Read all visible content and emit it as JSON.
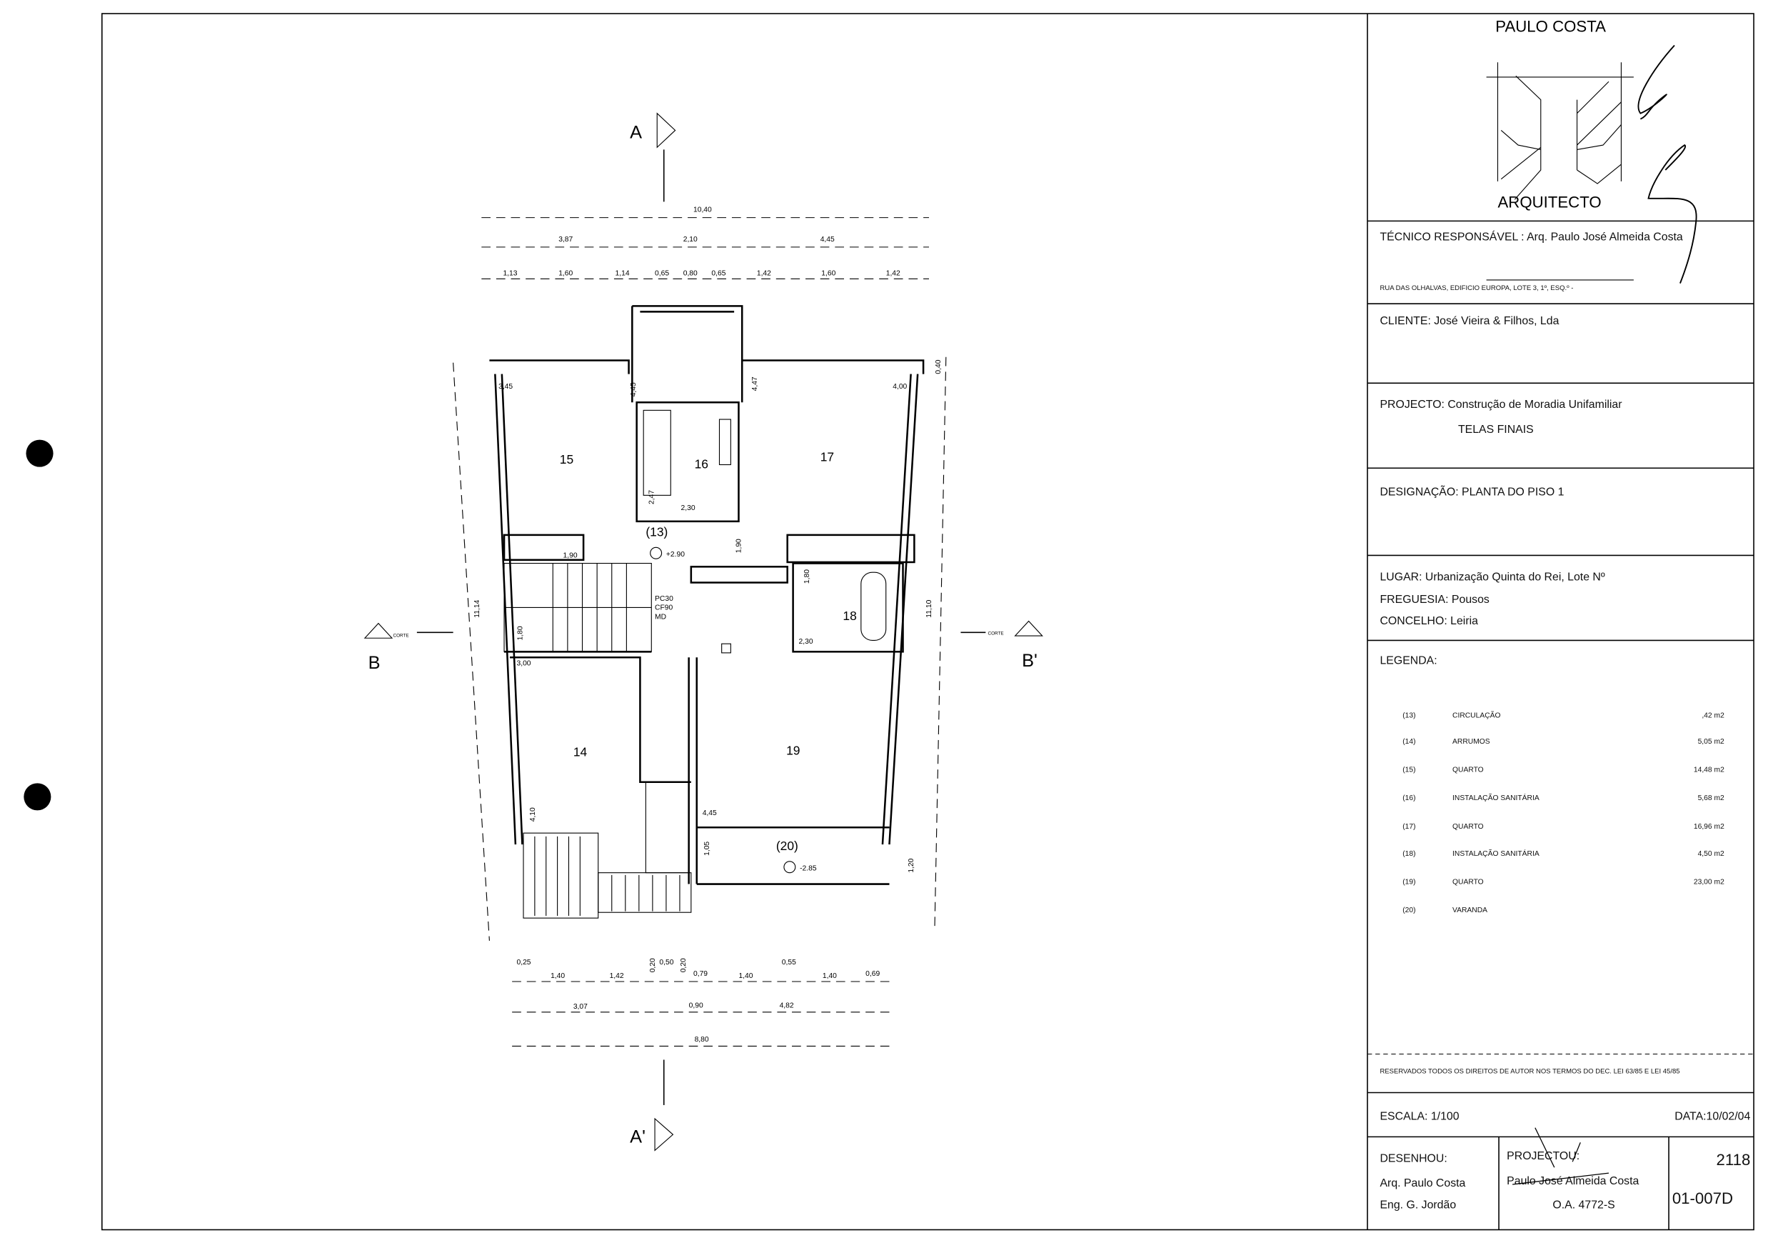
{
  "title_block": {
    "logo": {
      "name": "PAULO COSTA",
      "title": "ARQUITECTO"
    },
    "tecnico": "TÉCNICO RESPONSÁVEL : Arq. Paulo José Almeida Costa",
    "address": "RUA DAS OLHALVAS, EDIFICIO EUROPA, LOTE 3, 1º, ESQ.º -",
    "cliente": "CLIENTE: José Vieira & Filhos, Lda",
    "projecto": "PROJECTO: Construção de Moradia Unifamiliar",
    "projecto_sub": "TELAS FINAIS",
    "designacao": "DESIGNAÇÃO: PLANTA DO PISO 1",
    "lugar": "LUGAR: Urbanização Quinta do Rei, Lote Nº",
    "freguesia": "FREGUESIA: Pousos",
    "concelho": "CONCELHO: Leiria",
    "legenda_title": "LEGENDA:",
    "legenda": [
      {
        "num": "(13)",
        "label": "CIRCULAÇÃO",
        "area": ",42 m2"
      },
      {
        "num": "(14)",
        "label": "ARRUMOS",
        "area": "5,05 m2"
      },
      {
        "num": "(15)",
        "label": "QUARTO",
        "area": "14,48 m2"
      },
      {
        "num": "(16)",
        "label": "INSTALAÇÃO SANITÁRIA",
        "area": "5,68 m2"
      },
      {
        "num": "(17)",
        "label": "QUARTO",
        "area": "16,96 m2"
      },
      {
        "num": "(18)",
        "label": "INSTALAÇÃO SANITÁRIA",
        "area": "4,50 m2"
      },
      {
        "num": "(19)",
        "label": "QUARTO",
        "area": "23,00 m2"
      },
      {
        "num": "(20)",
        "label": "VARANDA",
        "area": ""
      }
    ],
    "reservados": "RESERVADOS TODOS OS DIREITOS DE AUTOR NOS TERMOS DO DEC. LEI 63/85 E LEI 45/85",
    "escala": "ESCALA: 1/100",
    "data": "DATA:10/02/04",
    "desenhou_label": "DESENHOU:",
    "desenhou_1": "Arq. Paulo Costa",
    "desenhou_2": "Eng. G. Jordão",
    "projectou_label": "PROJECTOU:",
    "projectou_1": "Paulo José Almeida Costa",
    "projectou_2": "O.A. 4772-S",
    "job_number": "2118",
    "drawing_number": "01-007D"
  },
  "plan": {
    "rooms": {
      "r13": "(13)",
      "r14": "14",
      "r15": "15",
      "r16": "16",
      "r17": "17",
      "r18": "18",
      "r19": "19",
      "r20": "(20)"
    },
    "levels": {
      "upper": "+2.90",
      "balcony": "-2.85"
    },
    "door_note": [
      "PC30",
      "CF90",
      "MD"
    ],
    "sections": {
      "a": "A",
      "a_prime": "A'",
      "b": "B",
      "b_prime": "B'",
      "corte": "CORTE"
    },
    "dims_top": {
      "total": "10,40",
      "mid": [
        "3,87",
        "2,10",
        "4,45"
      ],
      "detail": [
        "1,13",
        "1,60",
        "1,14",
        "0,65",
        "0,80",
        "0,65",
        "1,42",
        "1,60",
        "1,42"
      ]
    },
    "dims_bottom": {
      "detail": [
        "0,25",
        "1,40",
        "1,42",
        "0,20",
        "0,50",
        "0,20",
        "0,79",
        "1,40",
        "0,55",
        "1,40",
        "0,69"
      ],
      "mid": [
        "3,07",
        "0,90",
        "4,82"
      ],
      "total": "8,80"
    },
    "dims_side": {
      "left": "11,14",
      "right": "11,10",
      "right_top": "0,40",
      "right_bottom": "1,20"
    },
    "dims_inner": [
      "3,45",
      "4,45",
      "4,47",
      "4,00",
      "2,47",
      "2,30",
      "1,90",
      "1,90",
      "1,80",
      "1,80",
      "3,00",
      "2,30",
      "4,10",
      "4,45",
      "1,05"
    ]
  }
}
